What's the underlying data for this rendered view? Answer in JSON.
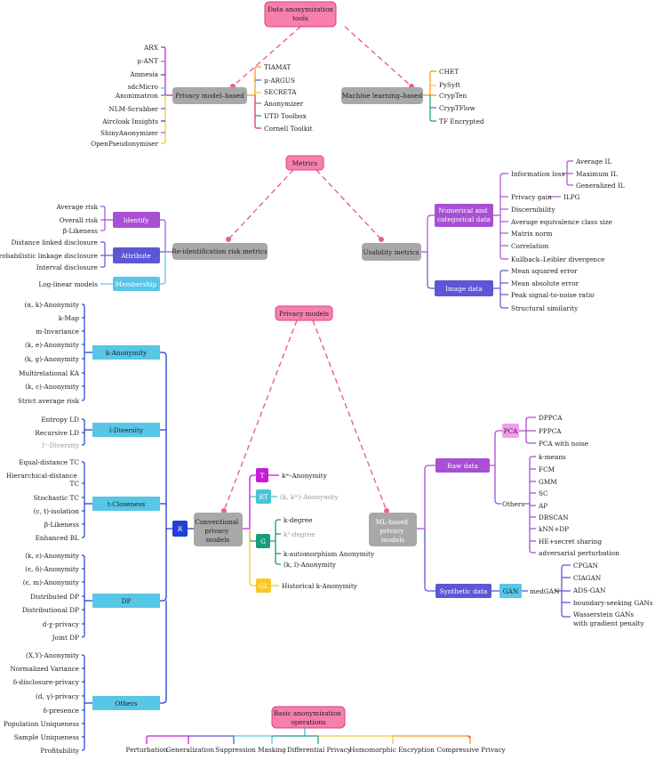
{
  "colors": {
    "pink_root": "#f77fae",
    "pink_dash": "#ec5d98",
    "gray": "#a8a8a8",
    "purple": "#a84fd4",
    "indigo": "#5b57d6",
    "cyan": "#58c6e6",
    "sky": "#4ab9e9",
    "blue_dark": "#1f3fd6",
    "magenta": "#c81bd6",
    "teal": "#45c4d8",
    "green": "#179b79",
    "yellow": "#f5c828",
    "orange": "#f59418",
    "pink_light": "#f49cf0"
  },
  "section1": {
    "root": "Data anonymization tools",
    "privacy_node": "Privacy model–based",
    "ml_node": "Machine learning–based",
    "left_tools": [
      "ARX",
      "μ-ANT",
      "Amnesia",
      "sdcMicro",
      "Anonimatron",
      "NLM-Scrubber",
      "Aircloak Insights",
      "ShinyAnonymizer",
      "OpenPseudonymiser"
    ],
    "right_tools": [
      "TIAMAT",
      "μ-ARGUS",
      "SECRETA",
      "Anonymizer",
      "UTD Toolbox",
      "Cornell Toolkit"
    ],
    "ml_tools": [
      "CHET",
      "PySyft",
      "CrypTen",
      "CrypTFlow",
      "TF Encrypted"
    ]
  },
  "section2": {
    "root": "Metrics",
    "reid_node": "Re-identification risk metrics",
    "usability_node": "Usability metrics",
    "identify": "Identify",
    "identify_items": [
      "Average risk",
      "Overall risk",
      "β-Likeness"
    ],
    "attribute": "Attribute",
    "attribute_items": [
      "Distance linked disclosure",
      "Probabilistic linkage disclosure",
      "Interval disclosure"
    ],
    "membership": "Membership",
    "membership_items": [
      "Log-linear models"
    ],
    "numerical": "Numerical and categorical data",
    "numerical_items": [
      "Information loss",
      "Privacy gain",
      "Discernibility",
      "Average equivalence class size",
      "Matrix norm",
      "Correlation",
      "Kullback–Leibler divergence"
    ],
    "info_loss_items": [
      "Average IL",
      "Maximum IL",
      "Generalized IL"
    ],
    "privacy_gain_item": "ILPG",
    "image": "Image data",
    "image_items": [
      "Mean squared error",
      "Mean absolute error",
      "Peak signal-to-noise ratio",
      "Structural similarity"
    ]
  },
  "section3": {
    "root": "Privacy models",
    "conventional": "Conventional privacy models",
    "ml_based": "ML-based privacy models",
    "r": "R",
    "k_anonymity": "k-Anonymity",
    "k_anonymity_items": [
      "(α, k)-Anonymity",
      "k-Map",
      "m-Invariance",
      "(k, e)-Anonymity",
      "(k, g)-Anonymity",
      "Multirelational KA",
      "(k, c)-Anonymity",
      "Strict average risk"
    ],
    "l_diversity": "l-Diversity",
    "l_diversity_items": [
      "Entropy LD",
      "Recursive LD",
      "l⁺-Diversity"
    ],
    "t_closeness": "t-Closeness",
    "t_closeness_items": [
      "Equal-distance TC",
      "Hierarchical-distance TC",
      "Stochastic TC",
      "(c, t)-isolation",
      "β-Likeness",
      "Enhanced BL"
    ],
    "dp": "DP",
    "dp_items": [
      "(k, ϵ)-Anonymity",
      "(ϵ, δ)-Anonymity",
      "(ϵ, m)-Anonymity",
      "Distributed DP",
      "Distributional DP",
      "d-χ-privacy",
      "Joint DP"
    ],
    "others": "Others",
    "others_items": [
      "(X,Y)-Anonymity",
      "Normalized Variance",
      "δ-disclosure-privacy",
      "(d, γ)-privacy",
      "δ-presence",
      "Population Uniqueness",
      "Sample Uniqueness",
      "Profitability"
    ],
    "t": "T",
    "t_item": "kᵐ-Anonymity",
    "rt": "RT",
    "rt_item": "(k, kᵐ)-Anonymity",
    "g": "G",
    "g_items": [
      "k-degree",
      "k²-degree",
      "k-automorphism Anonymity",
      "(k, l)-Anonymity"
    ],
    "gl": "GL",
    "gl_item": "Historical k-Anonymity",
    "raw_data": "Raw data",
    "pca": "PCA",
    "pca_items": [
      "DPPCA",
      "PPPCA",
      "PCA with noise"
    ],
    "ml_others": "Others",
    "ml_others_items": [
      "k-means",
      "FCM",
      "GMM",
      "SC",
      "AP",
      "DBSCAN",
      "kNN+DP",
      "HE+secret sharing",
      "adversarial perturbation"
    ],
    "synthetic": "Synthetic data",
    "gan": "GAN",
    "medgan": "medGAN",
    "gan_items": [
      "CPGAN",
      "CIAGAN",
      "ADS-GAN",
      "boundary-seeking GANs",
      "Wasserstein GANs with gradient penalty"
    ]
  },
  "section4": {
    "root": "Basic anonymization operations",
    "operations": [
      "Perturbation",
      "Generalization",
      "Suppression",
      "Masking",
      "Differential Privacy",
      "Homomorphic Encryption",
      "Compressive Privacy"
    ]
  }
}
